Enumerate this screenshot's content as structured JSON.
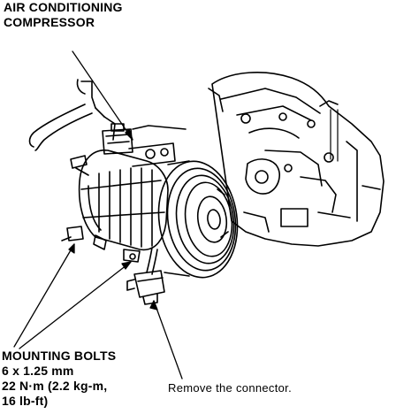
{
  "callouts": {
    "compressor": {
      "line1": "AIR CONDITIONING",
      "line2": "COMPRESSOR"
    },
    "mounting_bolts": {
      "line1": "MOUNTING BOLTS",
      "line2": "6 x 1.25 mm",
      "line3": "22 N·m (2.2 kg-m,",
      "line4": "16 lb-ft)"
    },
    "connector": {
      "text": "Remove the connector."
    }
  },
  "colors": {
    "ink": "#000000",
    "paper": "#ffffff"
  }
}
